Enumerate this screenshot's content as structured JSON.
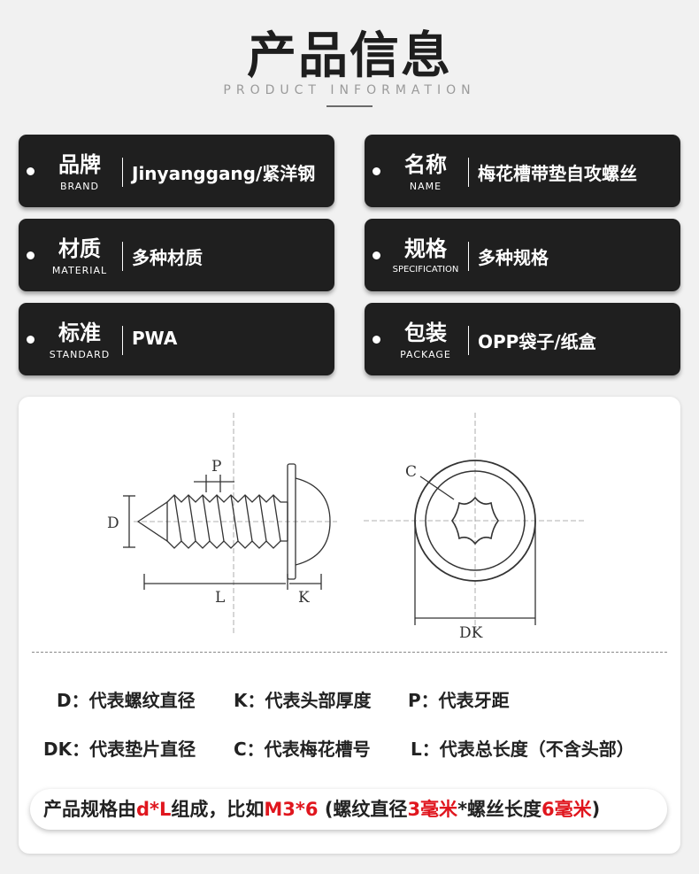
{
  "header": {
    "title": "产品信息",
    "subtitle": "PRODUCT INFORMATION"
  },
  "specs": [
    {
      "label_zh": "品牌",
      "label_en": "BRAND",
      "value": "Jinyanggang/紧洋钢"
    },
    {
      "label_zh": "名称",
      "label_en": "NAME",
      "value": "梅花槽带垫自攻螺丝"
    },
    {
      "label_zh": "材质",
      "label_en": "MATERIAL",
      "value": "多种材质"
    },
    {
      "label_zh": "规格",
      "label_en": "SPECIFICATION",
      "value": "多种规格"
    },
    {
      "label_zh": "标准",
      "label_en": "STANDARD",
      "value": "PWA"
    },
    {
      "label_zh": "包装",
      "label_en": "PACKAGE",
      "value": "OPP袋子/纸盒"
    }
  ],
  "diagram": {
    "labels": {
      "p": "P",
      "d": "D",
      "l": "L",
      "k": "K",
      "c": "C",
      "dk": "DK"
    }
  },
  "legend": {
    "d": "D：代表螺纹直径",
    "k": "K：代表头部厚度",
    "p": "P：代表牙距",
    "dk": "DK：代表垫片直径",
    "c": "C：代表梅花槽号",
    "l": "L：代表总长度（不含头部）"
  },
  "formula": {
    "part1": "产品规格由",
    "part2": "d*L",
    "part3": "组成，比如",
    "part4": "M3*6",
    "part5": " (螺纹直径",
    "part6": "3毫米",
    "part7": "*螺丝长度",
    "part8": "6毫米",
    "part9": ")"
  },
  "colors": {
    "card_bg": "#1f1f1f",
    "accent_red": "#e0161e"
  }
}
